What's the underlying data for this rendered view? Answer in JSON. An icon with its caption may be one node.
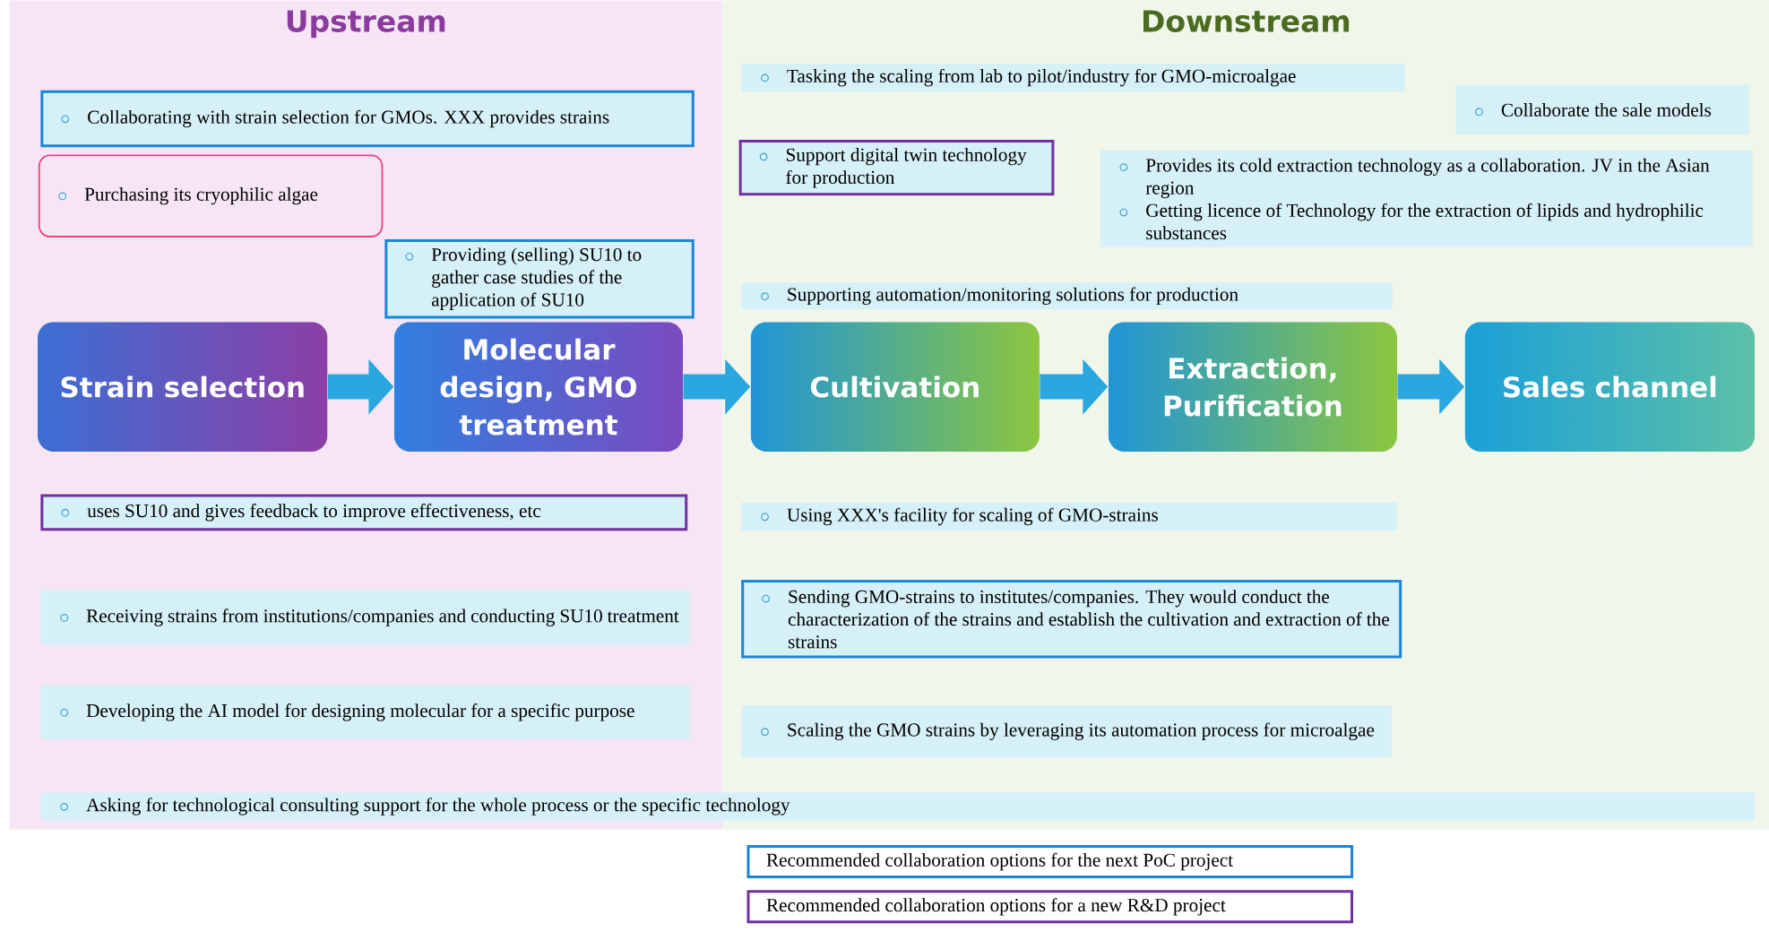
{
  "diagram": {
    "nodes": [
      {
        "text": [
          "Upstream"
        ]
      },
      {
        "text": [
          "Downstream"
        ]
      },
      {
        "text": [
          "Strain selection"
        ],
        "in": 0
      },
      {
        "text": [
          "Molecular design, GMO treatment"
        ],
        "in": 0
      },
      {
        "text": [
          "Cultivation"
        ],
        "in": 1
      },
      {
        "text": [
          "Extraction, Purification"
        ],
        "in": 1
      },
      {
        "text": [
          "Sales channel"
        ],
        "in": 1
      },
      {
        "text": [
          "Collaborating with strain selection for GMOs. XXX provides strains"
        ],
        "in": 0
      },
      {
        "text": [
          "Purchasing its cryophilic algae"
        ],
        "in": 0
      },
      {
        "text": [
          "Providing (selling) SU10 to gather case studies of the application of SU10"
        ],
        "in": 0
      },
      {
        "text": [
          "uses SU10 and gives feedback to improve effectiveness, etc"
        ],
        "in": 0
      },
      {
        "text": [
          "Receiving strains from institutions/companies and conducting SU10 treatment"
        ],
        "in": 0
      },
      {
        "text": [
          "Developing the AI model for designing molecular for a specific purpose"
        ],
        "in": 0
      },
      {
        "text": [
          "Asking for technological consulting support for the whole process or the specific technology"
        ]
      },
      {
        "text": [
          "Tasking the scaling from lab to pilot/industry for GMO-microalgae"
        ],
        "in": 1
      },
      {
        "text": [
          "Collaborate the sale models"
        ],
        "in": 1
      },
      {
        "text": [
          "Support digital twin technology for production"
        ],
        "in": 1
      },
      {
        "text": [
          "Provides its cold extraction technology as a collaboration. JV in the Asian region",
          "Getting licence of Technology for the extraction of lipids and hydrophilic substances"
        ],
        "in": 1
      },
      {
        "text": [
          "Supporting automation/monitoring solutions for production"
        ],
        "in": 1
      },
      {
        "text": [
          "Using XXX's facility for scaling of GMO-strains"
        ],
        "in": 1
      },
      {
        "text": [
          "Sending GMO-strains to institutes/companies. They would conduct the characterization of the strains and establish the cultivation and extraction of the strains"
        ],
        "in": 1
      },
      {
        "text": [
          "Scaling the GMO strains by leveraging its automation process for microalgae"
        ],
        "in": 1
      }
    ],
    "edges": [
      {
        "from": 2,
        "to": 3,
        "arrow": "to"
      },
      {
        "from": 3,
        "to": 4,
        "arrow": "to"
      },
      {
        "from": 4,
        "to": 5,
        "arrow": "to"
      },
      {
        "from": 5,
        "to": 6,
        "arrow": "to"
      }
    ],
    "legend": [
      {
        "text": "Recommended collaboration options for the next PoC project"
      },
      {
        "text": "Recommended collaboration options for a new R&D project"
      }
    ]
  }
}
